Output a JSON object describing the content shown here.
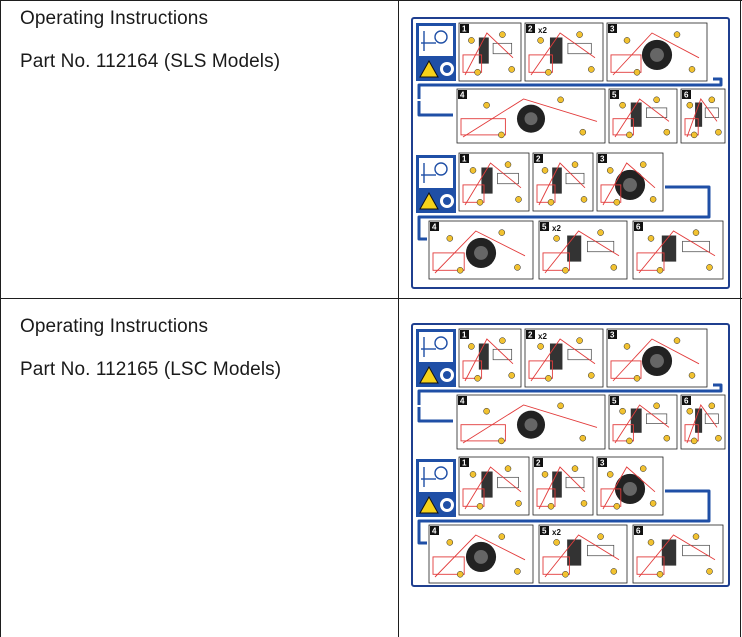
{
  "rows": [
    {
      "title": "Operating Instructions",
      "part_number": "Part No. 112164 (SLS Models)",
      "decal": {
        "upper_steps": [
          "1",
          "2",
          "3",
          "4",
          "5",
          "6"
        ],
        "lower_steps": [
          "1",
          "2",
          "3",
          "4",
          "5",
          "6"
        ],
        "repeat_label": "x2"
      }
    },
    {
      "title": "Operating Instructions",
      "part_number": "Part No. 112165 (LSC Models)",
      "decal": {
        "upper_steps": [
          "1",
          "2",
          "3",
          "4",
          "5",
          "6"
        ],
        "lower_steps": [
          "1",
          "2",
          "3",
          "4",
          "5",
          "6"
        ],
        "repeat_label": "x2"
      }
    }
  ],
  "colors": {
    "border": "#1e1e1e",
    "decal_blue": "#1f4fa6",
    "decal_red": "#e23b3b",
    "decal_yellow": "#f2c230",
    "warning_yellow": "#f6d21a"
  }
}
